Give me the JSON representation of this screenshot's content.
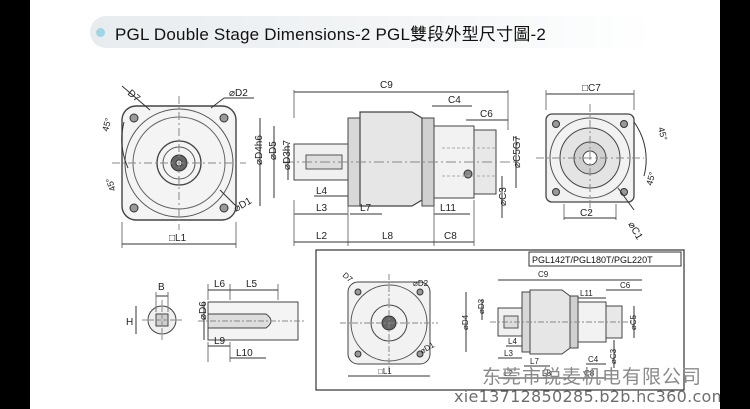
{
  "header": {
    "title": "PGL Double Stage Dimensions-2   PGL雙段外型尺寸圖-2"
  },
  "front_view": {
    "labels": {
      "d7": "D7",
      "d2": "⌀D2",
      "d1": "⌀D1",
      "a1": "45°",
      "a2": "45°",
      "l1": "□L1"
    }
  },
  "side_view": {
    "labels": {
      "c9": "C9",
      "c4": "C4",
      "c6": "C6",
      "d4": "⌀D4h6",
      "d5": "⌀D5",
      "d3": "⌀D3h7",
      "c5": "⌀C5G7",
      "c3": "⌀C3",
      "l4": "L4",
      "l3": "L3",
      "l7": "L7",
      "l11": "L11",
      "l2": "L2",
      "l8": "L8",
      "c8": "C8"
    }
  },
  "rear_view": {
    "labels": {
      "c7": "□C7",
      "a1": "45°",
      "a2": "45°",
      "c2": "C2",
      "c1": "⌀C1"
    }
  },
  "key_view": {
    "labels": {
      "b": "B",
      "h": "H",
      "l6": "L6",
      "l5": "L5",
      "d6": "⌀D6",
      "l9": "L9",
      "l10": "L10"
    }
  },
  "variant_box": {
    "title": "PGL142T/PGL180T/PGL220T",
    "labels": {
      "d7": "D7",
      "d2": "⌀D2",
      "d1": "⌀D1",
      "l1": "□L1",
      "c9": "C9",
      "c6": "C6",
      "l11": "L11",
      "d4": "⌀D4",
      "d3": "⌀D3",
      "c5": "⌀C5",
      "c3": "⌀C3",
      "l4": "L4",
      "l3": "L3",
      "l7": "L7",
      "l2": "L2",
      "l8": "L8",
      "c8": "C8",
      "c4": "C4"
    }
  },
  "watermark": {
    "company": "东莞市锐麦机电有限公司",
    "url": "xie13712850285.b2b.hc360.com"
  },
  "colors": {
    "outer_background": "#000000",
    "page": "#ffffff",
    "line": "#333333",
    "fill": "#e2e2e2"
  }
}
